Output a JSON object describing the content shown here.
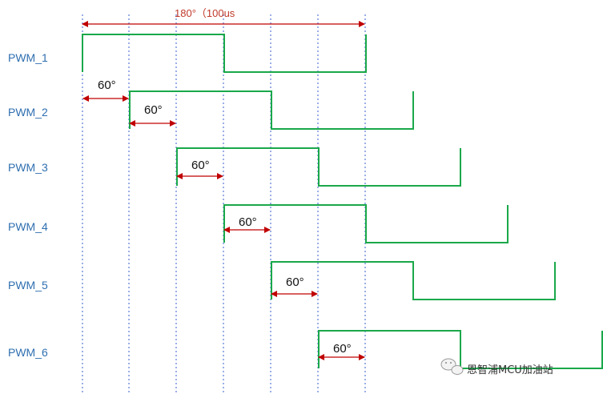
{
  "diagram": {
    "top_label": "180°（100us",
    "signals": [
      "PWM_1",
      "PWM_2",
      "PWM_3",
      "PWM_4",
      "PWM_5",
      "PWM_6"
    ],
    "offset_label": "60°",
    "watermark": "恩智浦MCU加油站",
    "colors": {
      "waveform": "#1aa84a",
      "arrow": "#c00000",
      "grid": "#3a5fcd",
      "label": "#2f6fb0"
    }
  }
}
